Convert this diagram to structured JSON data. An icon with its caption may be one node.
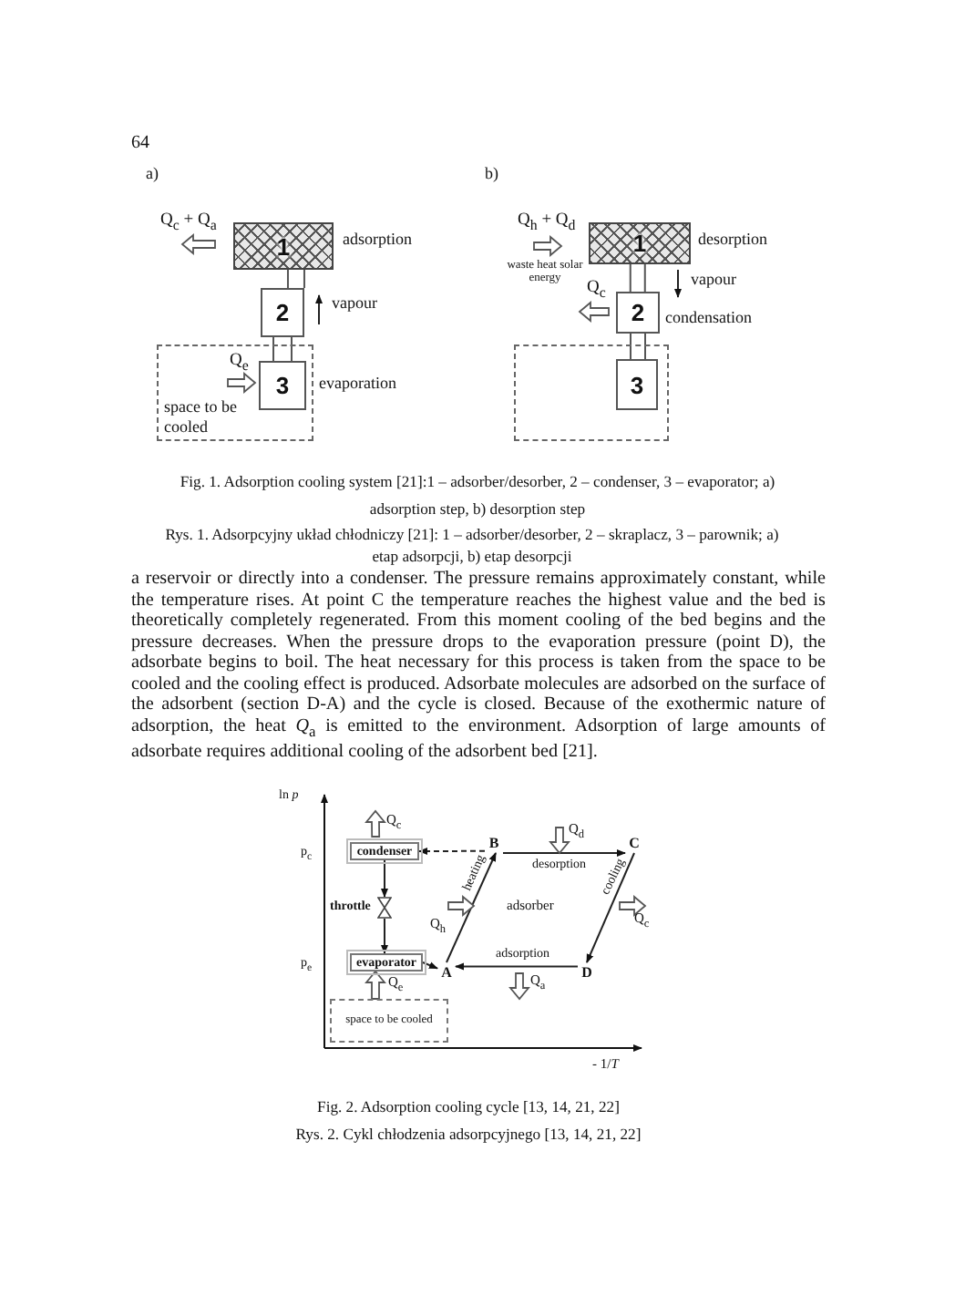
{
  "diagram": {
    "nodes": [
      {
        "text": [
          "1"
        ],
        "beside": [
          "adsorption"
        ]
      },
      {
        "text": [
          "2"
        ]
      },
      {
        "text": [
          "space to be cooled"
        ]
      },
      {
        "text": [
          "3"
        ],
        "in": 2,
        "beside": [
          "evaporation"
        ]
      },
      {
        "text": [
          "1"
        ],
        "beside": [
          "desorption"
        ]
      },
      {
        "text": [
          "2"
        ],
        "beside": [
          "condensation"
        ]
      },
      {
        "text": [],
        "shape": "box"
      },
      {
        "text": [
          "3"
        ],
        "in": 6
      },
      {
        "text": [
          "condenser"
        ]
      },
      {
        "text": [
          "B"
        ]
      },
      {
        "text": [
          "C"
        ]
      },
      {
        "text": [
          "throttle"
        ]
      },
      {
        "text": [
          "evaporator"
        ]
      },
      {
        "text": [
          "A"
        ]
      },
      {
        "text": [
          "D"
        ]
      },
      {
        "text": [
          "space to be cooled"
        ]
      }
    ],
    "edges": [
      {
        "from": 0,
        "to": 1,
        "arrow": "none"
      },
      {
        "from": 1,
        "to": 3,
        "arrow": "none"
      },
      {
        "from": 4,
        "to": 5,
        "arrow": "none"
      },
      {
        "from": 5,
        "to": 7,
        "arrow": "none"
      },
      {
        "from": 9,
        "to": 8,
        "arrow": "to",
        "style": "dashed"
      },
      {
        "from": 9,
        "to": 10,
        "arrow": "to",
        "label": "desorption"
      },
      {
        "from": 10,
        "to": 14,
        "arrow": "to",
        "label": "cooling"
      },
      {
        "from": 14,
        "to": 13,
        "arrow": "to",
        "label": "adsorption"
      },
      {
        "from": 13,
        "to": 9,
        "arrow": "to",
        "label": "heating"
      },
      {
        "from": 8,
        "to": 11,
        "arrow": "to"
      },
      {
        "from": 11,
        "to": 12,
        "arrow": "to"
      },
      {
        "from": 12,
        "to": 13,
        "arrow": "to"
      },
      {
        "from": 1,
        "to": 0,
        "arrow": "to",
        "label": "vapour"
      },
      {
        "from": 0,
        "to": null,
        "arrow": "to",
        "label": "Q$_{c}$ + Q$_{a}$"
      },
      {
        "from": null,
        "to": 3,
        "arrow": "to",
        "label": "Q$_{e}$"
      },
      {
        "from": 4,
        "to": 5,
        "arrow": "to",
        "label": "vapour"
      },
      {
        "from": null,
        "to": 4,
        "arrow": "to",
        "label": "Q$_{h}$ + Q$_{d}$"
      },
      {
        "from": 5,
        "to": null,
        "arrow": "to",
        "label": "Q$_{c}$"
      },
      {
        "from": 8,
        "to": null,
        "arrow": "to",
        "label": "Q$_{c}$"
      },
      {
        "from": 15,
        "to": 12,
        "arrow": "to",
        "label": "Q$_{e}$"
      }
    ],
    "labels": [
      "64",
      "a)",
      "b)",
      "waste heat solar energy",
      "Fig. 1. Adsorption cooling system [21]:1 – adsorber/desorber, 2 – condenser, 3 – evaporator; a) adsorption step, b) desorption step",
      "Rys. 1. Adsorpcyjny układ chłodniczy [21]: 1 – adsorber/desorber, 2 – skraplacz, 3 – parownik; a) etap adsorpcji, b) etap desorpcji",
      "a reservoir or directly into a condenser. The pressure remains approximately constant, while the temperature rises. At point C the temperature reaches the highest value and the bed is theoretically completely regenerated. From this moment cooling of the bed begins and the pressure decreases. When the pressure drops to the evaporation pressure (point D), the adsorbate begins to boil. The heat necessary for this process is taken from the space to be cooled and the cooling effect is produced. Adsorbate molecules are adsorbed on the surface of the adsorbent (section D-A) and the cycle is closed. Because of the exothermic nature of adsorption, the heat *Q*$_{a}$ is emitted to the environment. Adsorption of large amounts of adsorbate requires additional cooling of the adsorbent bed [21].",
      "ln *p*",
      "p$_{c}$",
      "Q$_{d}$",
      "adsorber",
      "Q$_{h}$",
      "Q$_{c}$",
      "p$_{e}$",
      "Q$_{a}$",
      "- 1/*T*",
      "Fig. 2. Adsorption cooling cycle [13, 14, 21, 22]",
      "Rys. 2. Cykl chłodzenia adsorpcyjnego [13, 14, 21, 22]"
    ]
  }
}
